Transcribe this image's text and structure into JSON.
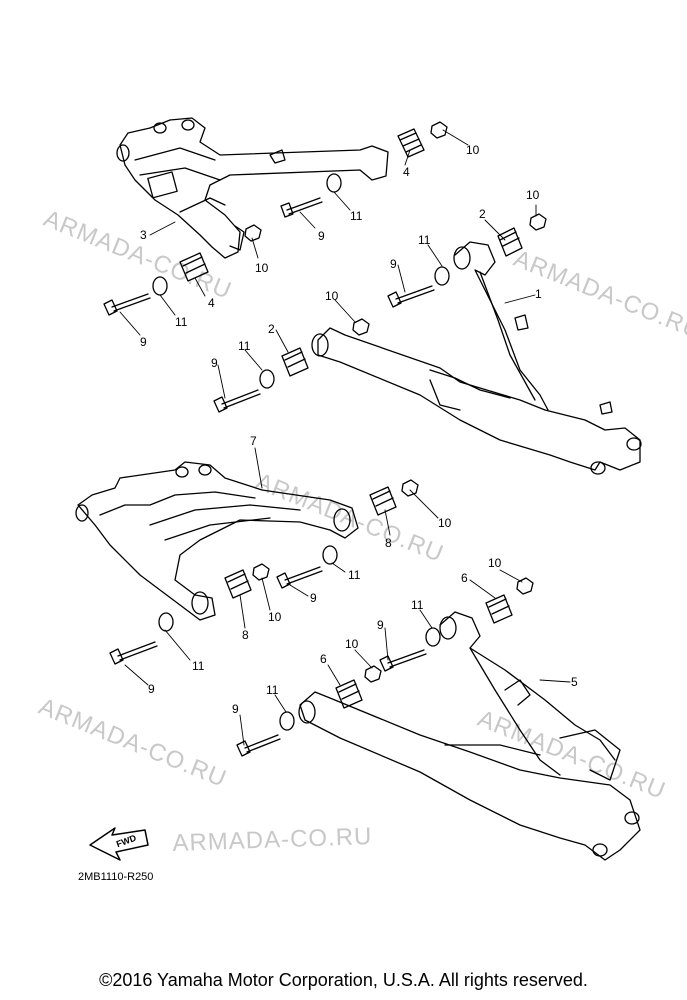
{
  "watermarks": [
    "ARMADA-CO.RU",
    "ARMADA-CO.RU",
    "ARMADA-CO.RU",
    "ARMADA-CO.RU",
    "ARMADA-CO.RU",
    "ARMADA-CO.RU"
  ],
  "callouts": [
    "10",
    "4",
    "9",
    "11",
    "3",
    "10",
    "4",
    "11",
    "9",
    "2",
    "10",
    "1",
    "11",
    "9",
    "10",
    "2",
    "11",
    "9",
    "7",
    "10",
    "8",
    "11",
    "9",
    "8",
    "10",
    "6",
    "10",
    "11",
    "9",
    "11",
    "9",
    "10",
    "6",
    "5",
    "11",
    "9"
  ],
  "diagram_code": "2MB1110-R250",
  "fwd_label": "FWD",
  "copyright": "©2016 Yamaha Motor Corporation, U.S.A. All rights reserved."
}
